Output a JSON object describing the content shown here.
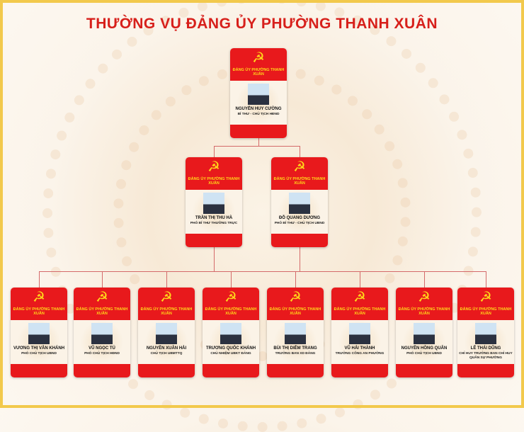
{
  "title": "THƯỜNG VỤ ĐẢNG ỦY PHƯỜNG THANH XUÂN",
  "org_label": "ĐẢNG ỦY PHƯỜNG THANH XUÂN",
  "emblem_icon": "hammer-sickle-icon",
  "colors": {
    "red": "#e8191c",
    "gold": "#ffd81a",
    "title": "#d7201b"
  },
  "levels": [
    [
      {
        "name": "NGUYỄN HUY CƯỜNG",
        "role": "BÍ THƯ - CHỦ TỊCH HĐND"
      }
    ],
    [
      {
        "name": "TRẦN THỊ THU HÀ",
        "role": "PHÓ BÍ THƯ THƯỜNG TRỰC"
      },
      {
        "name": "ĐỖ QUANG DƯƠNG",
        "role": "PHÓ BÍ THƯ - CHỦ TỊCH UBND"
      }
    ],
    [
      {
        "name": "VƯƠNG THỊ VÂN KHÁNH",
        "role": "PHÓ CHỦ TỊCH UBND"
      },
      {
        "name": "VŨ NGỌC TÚ",
        "role": "PHÓ CHỦ TỊCH HĐND"
      },
      {
        "name": "NGUYỄN XUÂN HẢI",
        "role": "CHỦ TỊCH UBMTTQ"
      },
      {
        "name": "TRƯƠNG QUỐC KHÁNH",
        "role": "CHỦ NHIỆM UBKT ĐẢNG"
      },
      {
        "name": "BÙI THỊ DIỄM TRANG",
        "role": "TRƯỞNG BAN XD ĐẢNG"
      },
      {
        "name": "VŨ HẢI THÀNH",
        "role": "TRƯỞNG CÔNG AN PHƯỜNG"
      },
      {
        "name": "NGUYỄN HỒNG QUÂN",
        "role": "PHÓ CHỦ TỊCH UBND"
      },
      {
        "name": "LÊ THÁI DŨNG",
        "role": "CHỈ HUY TRƯỞNG BAN CHỈ HUY QUÂN SỰ PHƯỜNG"
      }
    ]
  ]
}
